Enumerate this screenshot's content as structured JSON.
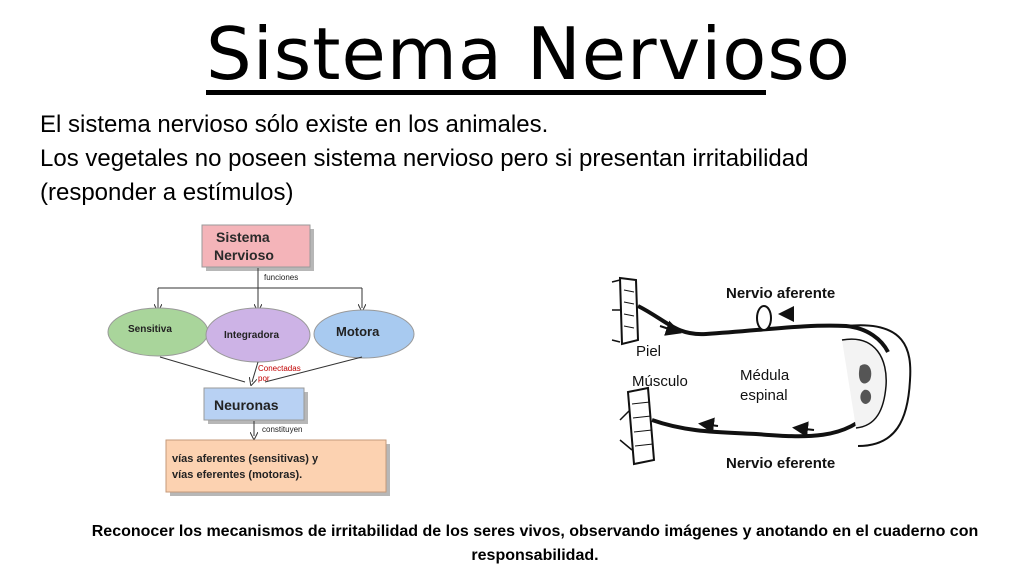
{
  "slide": {
    "title": "Sistema Nervioso",
    "intro": [
      "El sistema nervioso sólo existe en los animales.",
      "Los vegetales no poseen sistema nervioso pero si presentan irritabilidad",
      "(responder a estímulos)"
    ],
    "footer": "Reconocer los mecanismos de irritabilidad de los seres vivos, observando imágenes y anotando en el cuaderno con responsabilidad."
  },
  "diagram": {
    "top_line1": "Sistema",
    "top_line2": "Nervioso",
    "funciones": "funciones",
    "sensitiva": "Sensitiva",
    "integradora": "Integradora",
    "motora": "Motora",
    "conectadas_line1": "Conectadas",
    "conectadas_line2": "por",
    "neuronas": "Neuronas",
    "constituyen": "constituyen",
    "vias_line1": "vías aferentes (sensitivas) y",
    "vias_line2": "vías  eferentes (motoras).",
    "colors": {
      "top_box": "#f4b4b9",
      "sensitiva": "#a9d59b",
      "integradora": "#cdb3e6",
      "motora": "#a8caf0",
      "neuronas": "#b8d1f3",
      "vias": "#fcd2b1",
      "conectadas_text": "#c00000"
    }
  },
  "reflex": {
    "nervio_aferente": "Nervio aferente",
    "piel": "Piel",
    "musculo": "Músculo",
    "medula_line1": "Médula",
    "medula_line2": "espinal",
    "nervio_eferente": "Nervio eferente"
  }
}
